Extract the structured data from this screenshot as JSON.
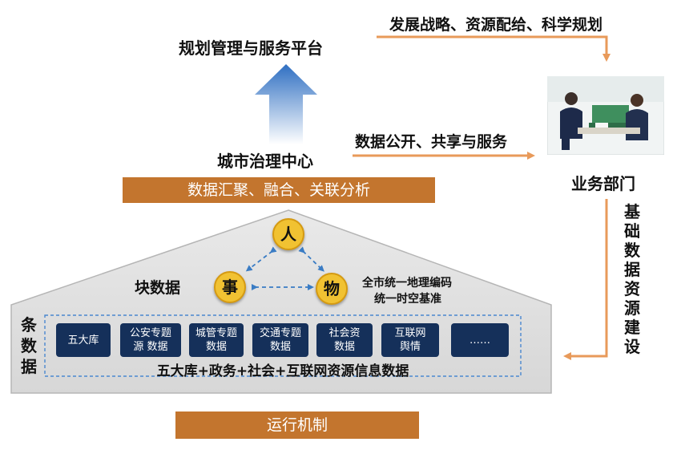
{
  "platform": {
    "title": "规划管理与服务平台"
  },
  "governance": {
    "title": "城市治理中心",
    "banner": "数据汇聚、融合、关联分析"
  },
  "arrows": {
    "top_label": "发展战略、资源配给、科学规划",
    "middle_label": "数据公开、共享与服务",
    "side_label_chars": [
      "基",
      "础",
      "数",
      "据",
      "资",
      "源",
      "建",
      "设"
    ]
  },
  "department": {
    "label": "业务部门"
  },
  "block_data": {
    "label": "块数据",
    "nodes": {
      "person": "人",
      "event": "事",
      "object": "物"
    },
    "note_line1": "全市统一地理编码",
    "note_line2": "统一时空基准"
  },
  "strip_data": {
    "label_chars": [
      "条",
      "数",
      "据"
    ],
    "boxes": [
      {
        "line1": "五大库",
        "line2": ""
      },
      {
        "line1": "公安专题",
        "line2": "源 数据"
      },
      {
        "line1": "城管专题",
        "line2": "数据"
      },
      {
        "line1": "交通专题",
        "line2": "数据"
      },
      {
        "line1": "社会资",
        "line2": "数据"
      },
      {
        "line1": "互联网",
        "line2": "舆情"
      },
      {
        "line1": "……",
        "line2": ""
      }
    ],
    "caption": "五大库+政务+社会+互联网资源信息数据"
  },
  "mechanism": {
    "label": "运行机制"
  },
  "colors": {
    "banner": "#c3752e",
    "arrow_orange": "#e89a5a",
    "box_navy": "#15305a",
    "node_yellow": "#f1c232",
    "dashed_blue": "#3a7cc4"
  }
}
